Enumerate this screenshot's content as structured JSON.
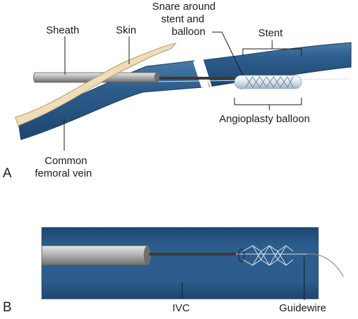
{
  "panel_a": {
    "panel_label": "A",
    "labels": {
      "sheath": "Sheath",
      "skin": "Skin",
      "snare_line1": "Snare around",
      "snare_line2": "stent and",
      "snare_line3": "balloon",
      "stent": "Stent",
      "balloon": "Angioplasty balloon",
      "vein_line1": "Common",
      "vein_line2": "femoral vein"
    }
  },
  "panel_b": {
    "panel_label": "B",
    "labels": {
      "ivc": "IVC",
      "guidewire": "Guidewire"
    }
  },
  "colors": {
    "vessel": "#2d5d8c",
    "vessel_edge": "#1a3d63",
    "sheath": "#a9a9a9",
    "skin": "#e8d4b0"
  }
}
